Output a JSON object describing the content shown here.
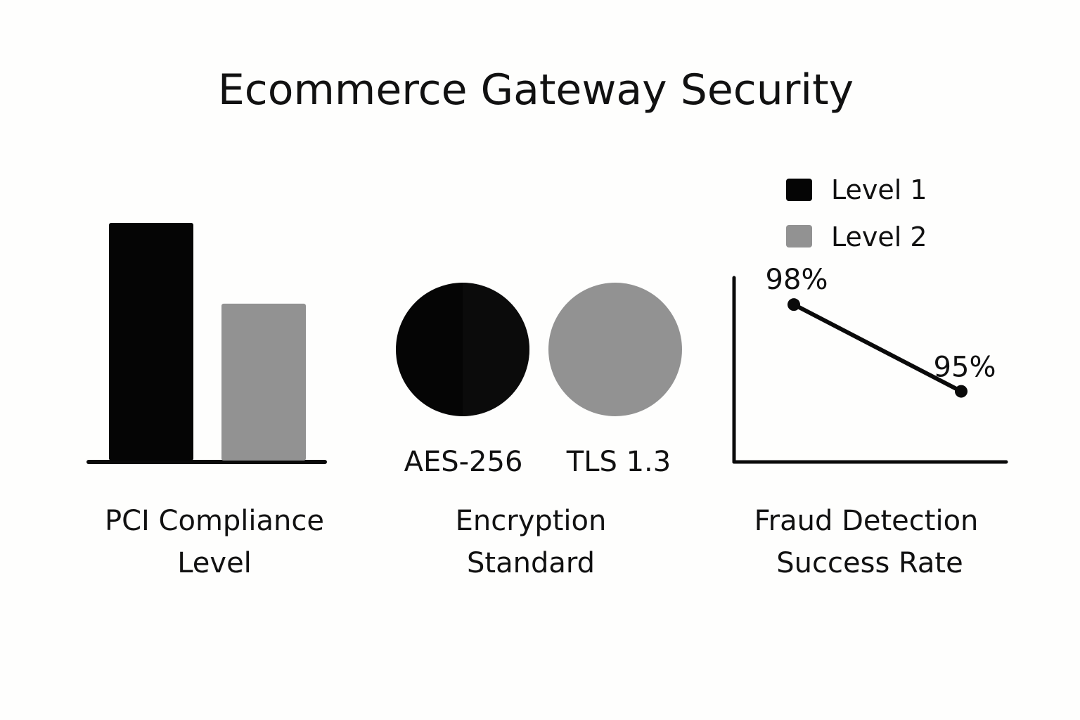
{
  "title": "Ecommerce Gateway Security",
  "legend": {
    "items": [
      {
        "label": "Level 1",
        "color": "#050505"
      },
      {
        "label": "Level 2",
        "color": "#929292"
      }
    ]
  },
  "chart_data": [
    {
      "type": "bar",
      "caption_lines": [
        "PCI Compliance",
        "Level"
      ],
      "categories": [
        "Level 1",
        "Level 2"
      ],
      "values": [
        100,
        66
      ],
      "colors": [
        "#050505",
        "#929292"
      ],
      "note": "relative heights; no axis values shown"
    },
    {
      "type": "pie",
      "caption_lines": [
        "Encryption",
        "Standard"
      ],
      "items": [
        {
          "label": "AES-256",
          "color": "#050505"
        },
        {
          "label": "TLS 1.3",
          "color": "#929292"
        }
      ]
    },
    {
      "type": "line",
      "caption_lines": [
        "Fraud Detection",
        "Success Rate"
      ],
      "points": [
        {
          "label": "98%",
          "value": 98
        },
        {
          "label": "95%",
          "value": 95
        }
      ],
      "ylim": [
        92,
        99
      ]
    }
  ]
}
